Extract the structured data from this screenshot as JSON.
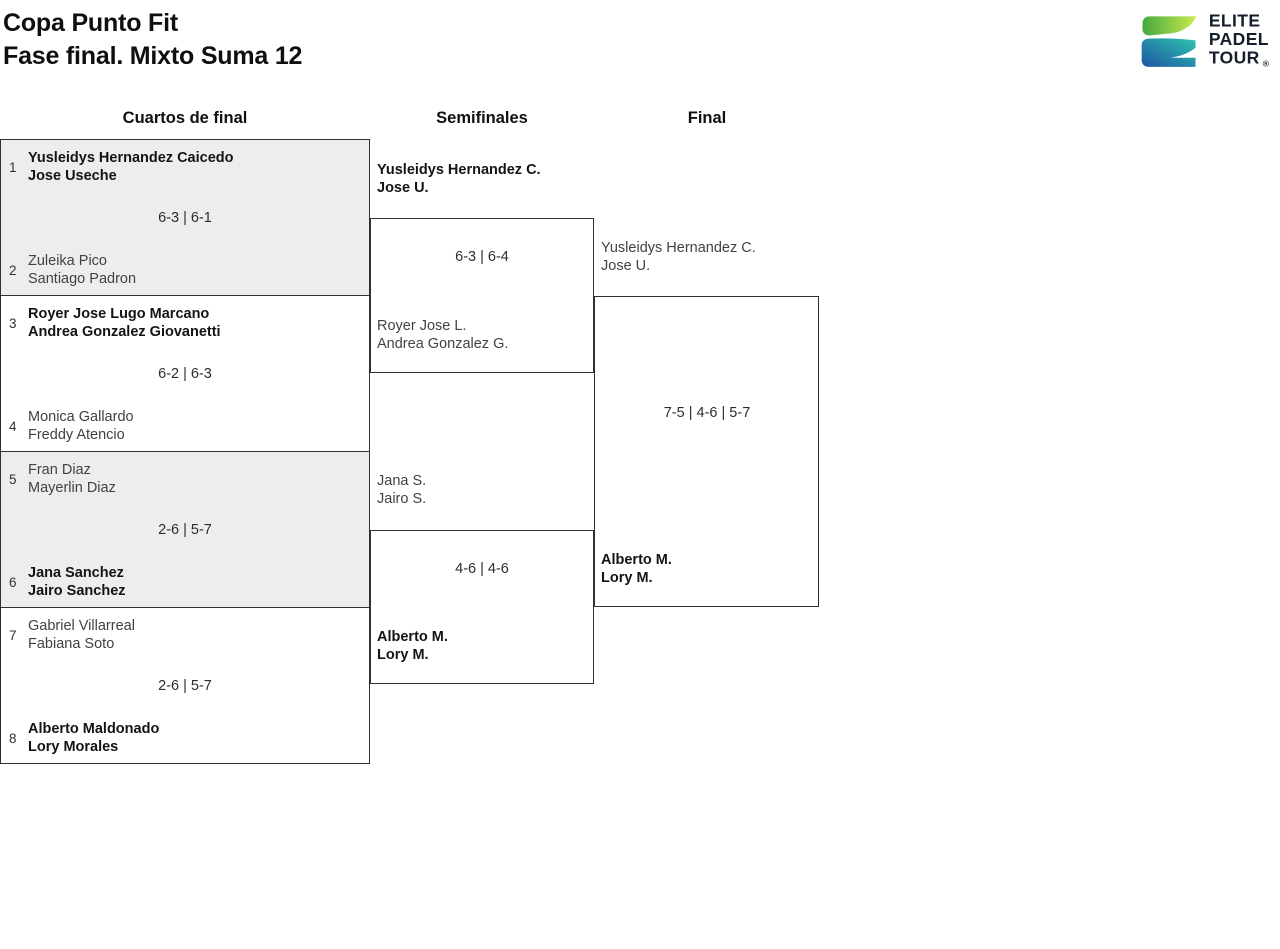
{
  "header": {
    "title_line1": "Copa Punto Fit",
    "title_line2": "Fase final. Mixto Suma 12",
    "logo": {
      "line1": "ELITE",
      "line2": "PADEL",
      "line3": "TOUR",
      "registered": "®"
    }
  },
  "columns": [
    {
      "label": "Cuartos de final"
    },
    {
      "label": "Semifinales"
    },
    {
      "label": "Final"
    }
  ],
  "bracket": {
    "quarterfinals": [
      {
        "seed1": "1",
        "p1a": "Yusleidys Hernandez Caicedo",
        "p1b": "Jose Useche",
        "score": "6-3 | 6-1",
        "seed2": "2",
        "p2a": "Zuleika Pico",
        "p2b": "Santiago Padron",
        "winner": "top"
      },
      {
        "seed1": "3",
        "p1a": "Royer Jose Lugo Marcano",
        "p1b": "Andrea Gonzalez Giovanetti",
        "score": "6-2 | 6-3",
        "seed2": "4",
        "p2a": "Monica Gallardo",
        "p2b": "Freddy Atencio",
        "winner": "top"
      },
      {
        "seed1": "5",
        "p1a": "Fran Diaz",
        "p1b": "Mayerlin Diaz",
        "score": "2-6 | 5-7",
        "seed2": "6",
        "p2a": "Jana Sanchez",
        "p2b": "Jairo Sanchez",
        "winner": "bottom"
      },
      {
        "seed1": "7",
        "p1a": "Gabriel Villarreal",
        "p1b": "Fabiana Soto",
        "score": "2-6 | 5-7",
        "seed2": "8",
        "p2a": "Alberto Maldonado",
        "p2b": "Lory Morales",
        "winner": "bottom"
      }
    ],
    "semifinals": [
      {
        "p1a": "Yusleidys Hernandez C.",
        "p1b": "Jose U.",
        "score": "6-3 | 6-4",
        "p2a": "Royer Jose L.",
        "p2b": "Andrea Gonzalez G.",
        "winner": "top"
      },
      {
        "p1a": "Jana S.",
        "p1b": "Jairo S.",
        "score": "4-6 | 4-6",
        "p2a": "Alberto M.",
        "p2b": "Lory M.",
        "winner": "bottom"
      }
    ],
    "final": {
      "p1a": "Yusleidys Hernandez C.",
      "p1b": "Jose U.",
      "score": "7-5 | 4-6 | 5-7",
      "p2a": "Alberto M.",
      "p2b": "Lory M.",
      "winner": "bottom"
    }
  },
  "colors": {
    "block_shade": "#ededed",
    "line": "#303030",
    "winner_text": "#141414",
    "loser_text": "#424242",
    "logo_green_start": "#44a83f",
    "logo_green_end": "#c9ec4e",
    "logo_blue_start": "#1d55a5",
    "logo_blue_end": "#2fc3ac",
    "logo_text": "#161e2b"
  }
}
